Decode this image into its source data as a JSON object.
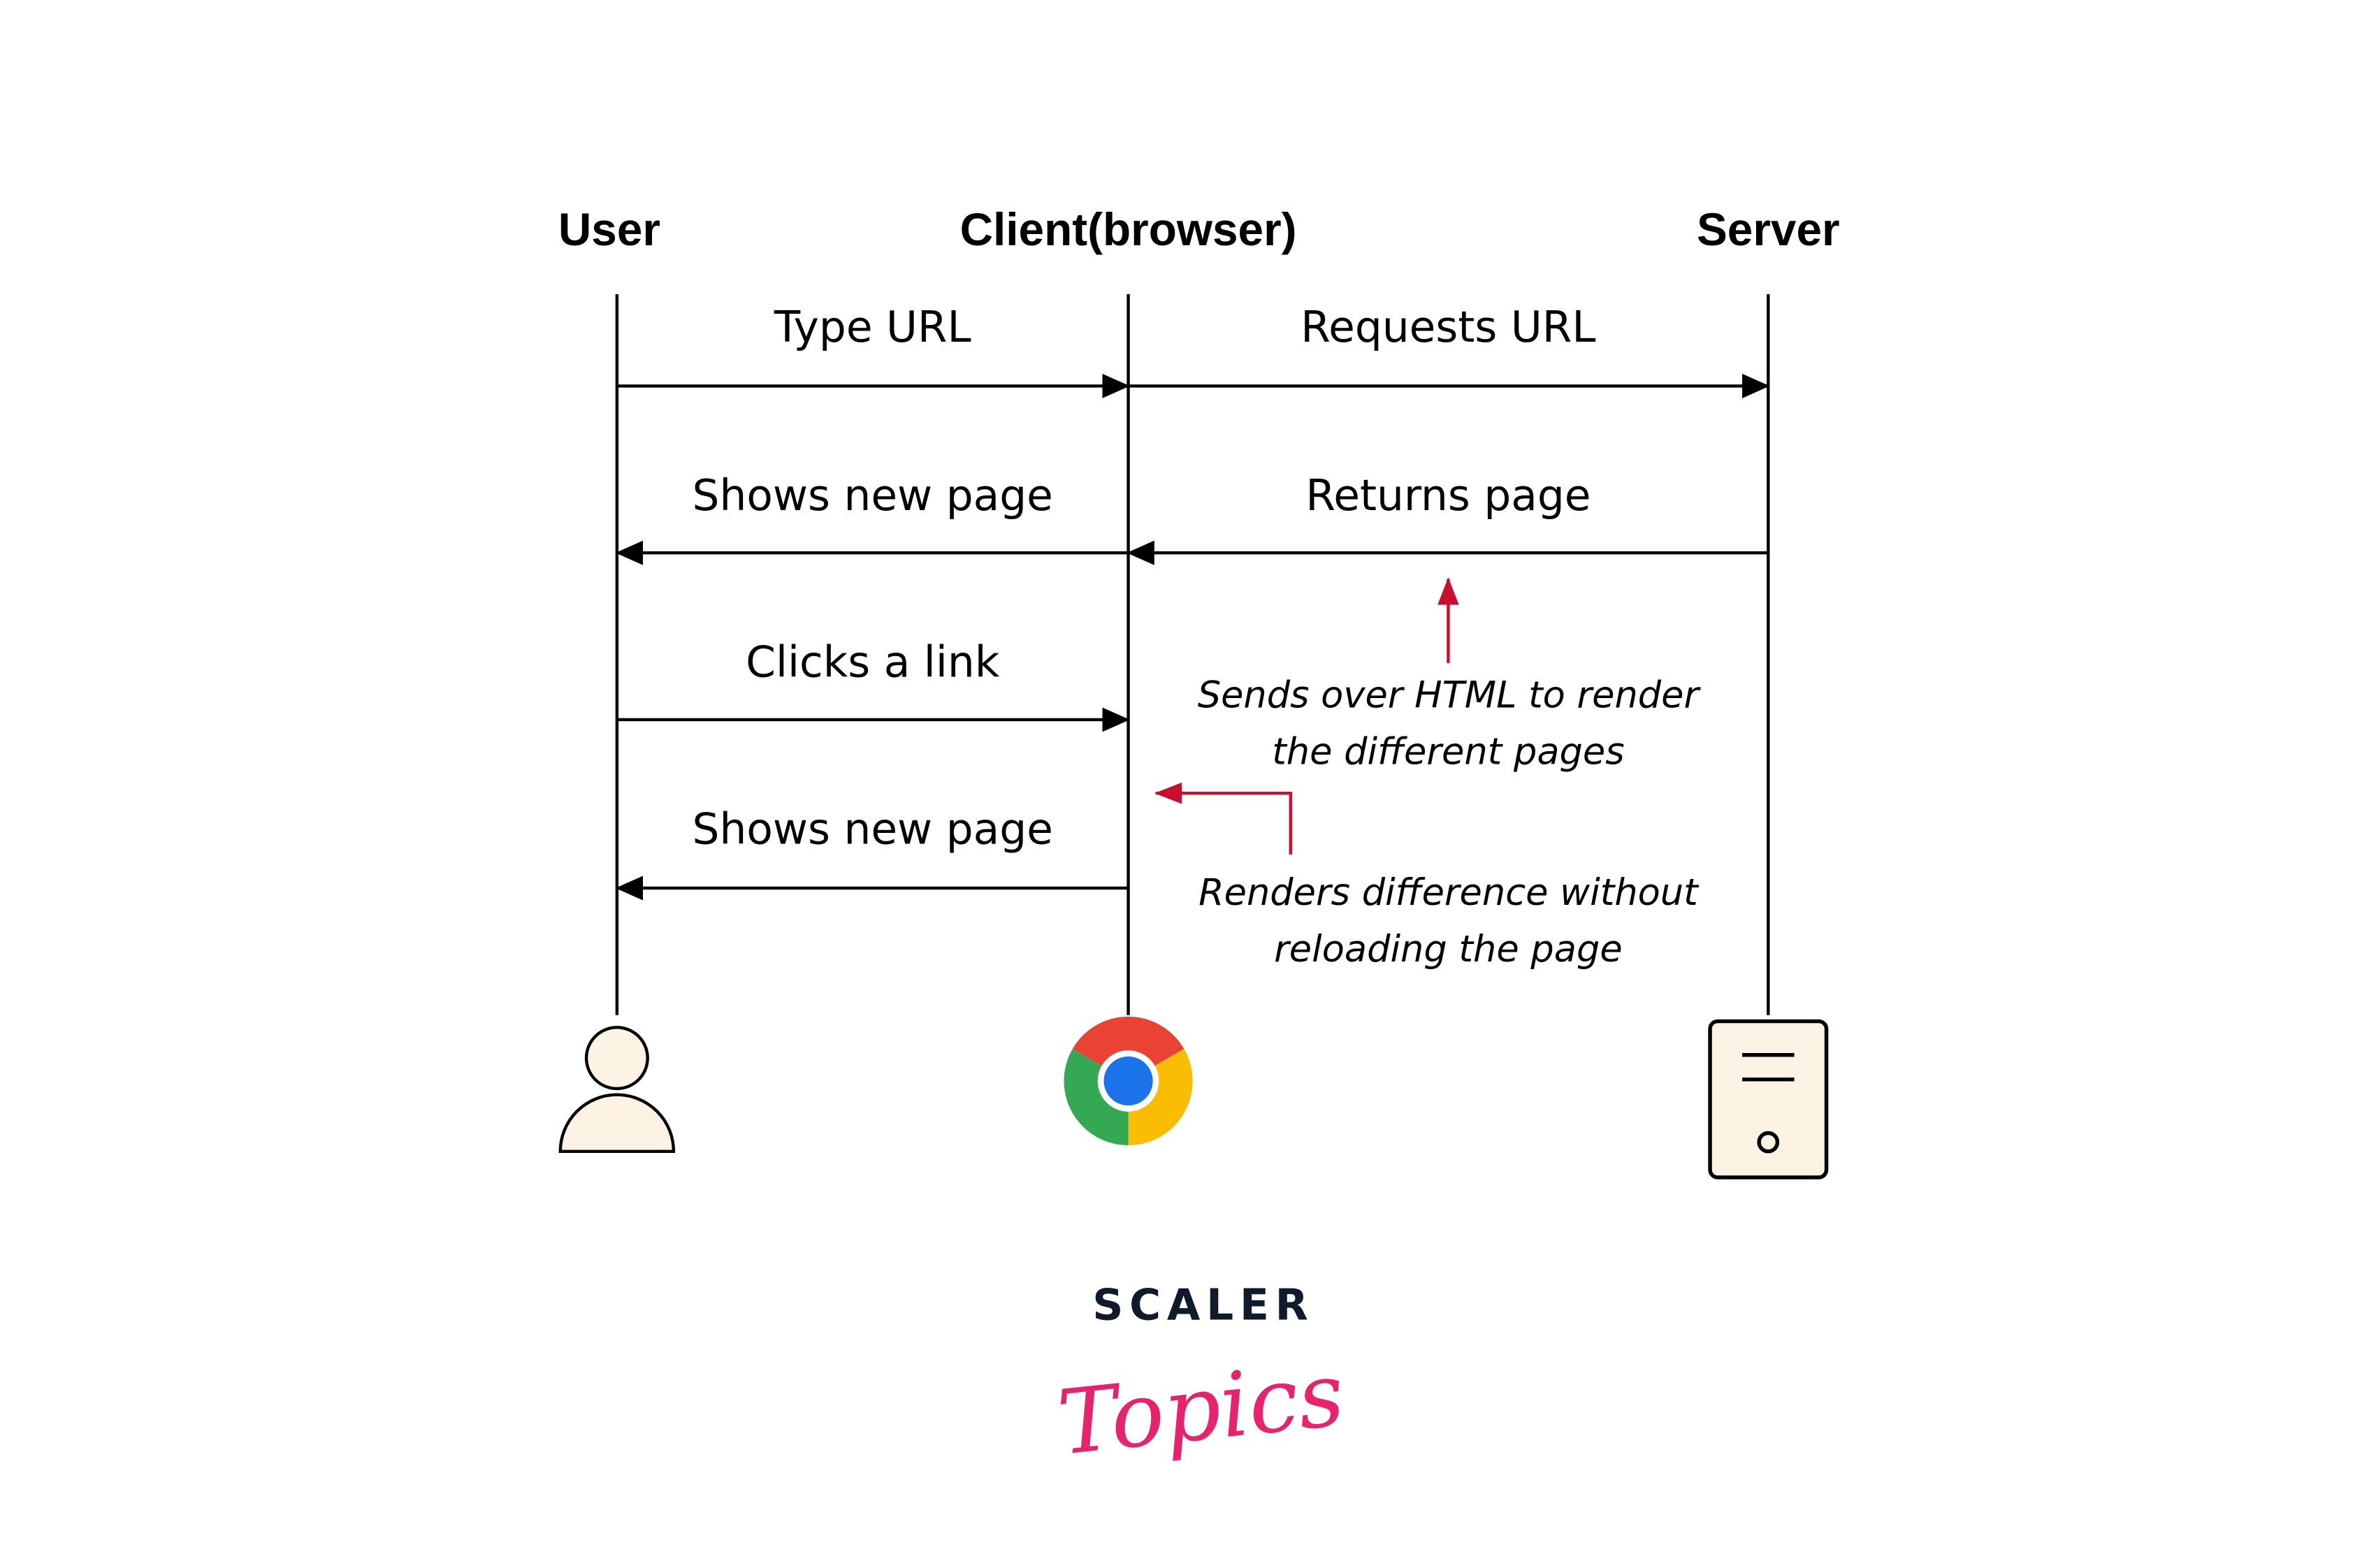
{
  "actors": {
    "user": "User",
    "client": "Client(browser)",
    "server": "Server"
  },
  "messages": [
    {
      "label": "Type URL",
      "from": "User",
      "to": "Client(browser)"
    },
    {
      "label": "Requests URL",
      "from": "Client(browser)",
      "to": "Server"
    },
    {
      "label": "Shows new page",
      "from": "Client(browser)",
      "to": "User"
    },
    {
      "label": "Returns page",
      "from": "Server",
      "to": "Client(browser)"
    },
    {
      "label": "Clicks a link",
      "from": "User",
      "to": "Client(browser)"
    },
    {
      "label": "Shows new page",
      "from": "Client(browser)",
      "to": "User"
    }
  ],
  "notes": {
    "sends_html": [
      "Sends over HTML to render",
      "the different pages"
    ],
    "renders_diff": [
      "Renders difference without",
      "reloading the page"
    ]
  },
  "logo": {
    "line1": "SCALER",
    "line2": "Topics"
  },
  "colors": {
    "line": "#000000",
    "annotation": "#c8102e",
    "icon_fill": "#fdf3e4",
    "logo_dark": "#0f1a2a",
    "logo_pink": "#e8236e"
  }
}
